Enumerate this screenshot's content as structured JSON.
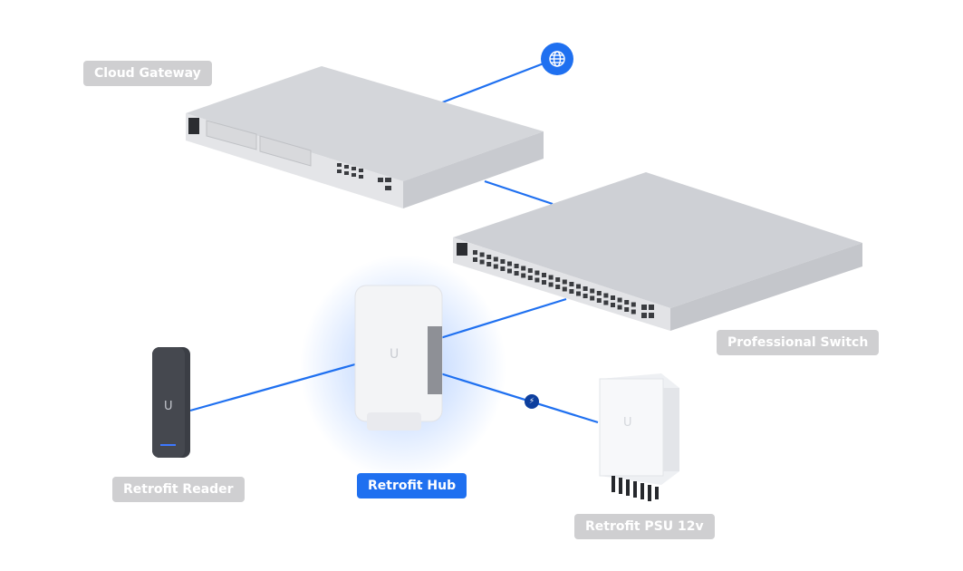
{
  "diagram": {
    "colors": {
      "connection": "#1f70f0",
      "label_inactive_bg": "#cfcfd1",
      "label_active_bg": "#1f70f0",
      "label_text": "#ffffff",
      "power_node": "#0d3f9e"
    },
    "devices": [
      {
        "id": "cloud-gateway",
        "label": "Cloud Gateway",
        "active": false
      },
      {
        "id": "professional-switch",
        "label": "Professional Switch",
        "active": false
      },
      {
        "id": "retrofit-hub",
        "label": "Retrofit Hub",
        "active": true
      },
      {
        "id": "retrofit-reader",
        "label": "Retrofit Reader",
        "active": false
      },
      {
        "id": "retrofit-psu",
        "label": "Retrofit PSU 12v",
        "active": false
      }
    ],
    "nodes": {
      "internet": {
        "icon": "globe-icon"
      },
      "power": {
        "icon": "bolt-icon",
        "glyph": "⚡"
      }
    },
    "connections": [
      {
        "from": "internet",
        "to": "cloud-gateway"
      },
      {
        "from": "cloud-gateway",
        "to": "professional-switch"
      },
      {
        "from": "professional-switch",
        "to": "retrofit-hub"
      },
      {
        "from": "retrofit-reader",
        "to": "retrofit-hub"
      },
      {
        "from": "retrofit-hub",
        "to": "retrofit-psu",
        "via": "power"
      }
    ]
  }
}
